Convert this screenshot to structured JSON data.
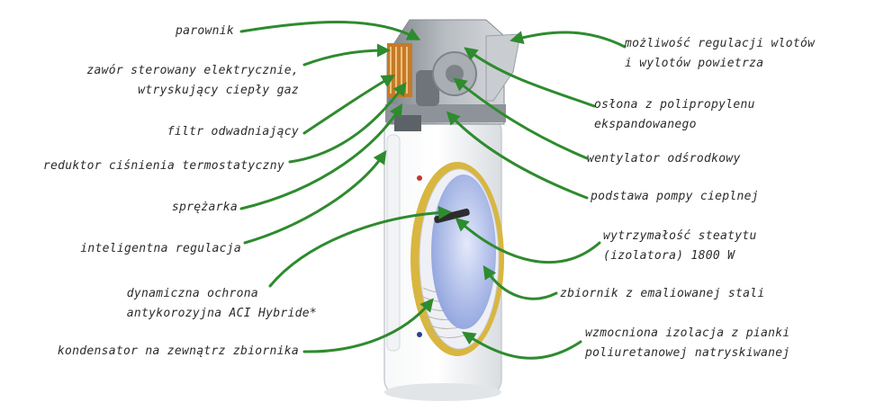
{
  "colors": {
    "arrow": "#2e8b2e",
    "tank": "#e9ecef",
    "tank_edge": "#c7ccd1",
    "top_unit": "#9aa0a6",
    "window": "#9db2e6",
    "insulation": "#d8b640",
    "copper": "#c67a2a",
    "text": "#2b2b2b"
  },
  "labels": {
    "parownik": "parownik",
    "zawor_1": "zawór sterowany elektrycznie,",
    "zawor_2": "wtryskujący ciepły gaz",
    "filtr": "filtr odwadniający",
    "reduktor": "reduktor ciśnienia termostatyczny",
    "sprezarka": "sprężarka",
    "regulacja": "inteligentna regulacja",
    "ochrona_1": "dynamiczna ochrona",
    "ochrona_2": "antykorozyjna ACI Hybride*",
    "kondensator": "kondensator na zewnątrz zbiornika",
    "wloty_1": "możliwość regulacji wlotów",
    "wloty_2": "i wylotów powietrza",
    "oslona_1": "osłona z polipropylenu",
    "oslona_2": "ekspandowanego",
    "wentylator": "wentylator odśrodkowy",
    "podstawa": "podstawa pompy cieplnej",
    "steatyt_1": "wytrzymałość steatytu",
    "steatyt_2": "(izolatora) 1800 W",
    "zbiornik": "zbiornik z emaliowanej stali",
    "izolacja_1": "wzmocniona izolacja z pianki",
    "izolacja_2": "poliuretanowej natryskiwanej"
  }
}
